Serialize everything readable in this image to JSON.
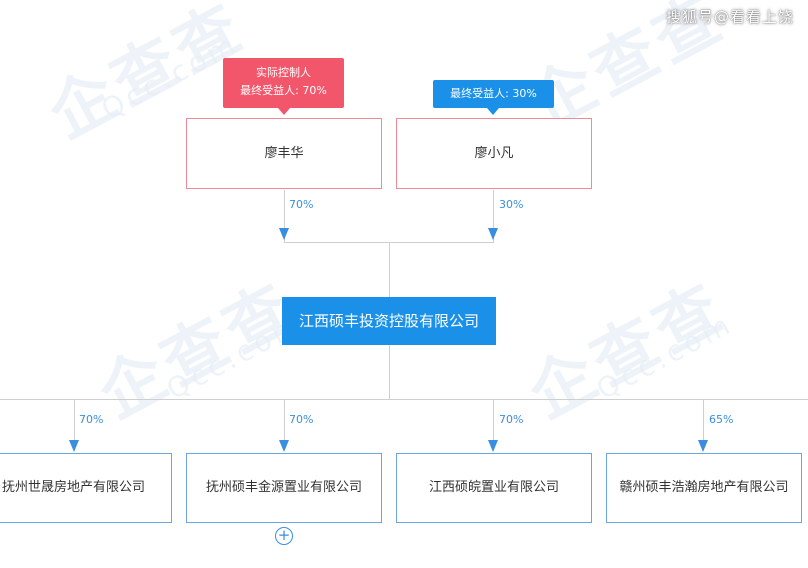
{
  "watermark": "搜狐号@看看上饶",
  "diagram_watermark": {
    "brand": "企查查",
    "domain": "Qcc.com"
  },
  "shareholders": [
    {
      "name": "廖丰华",
      "tag_lines": [
        "实际控制人",
        "最终受益人: 70%"
      ],
      "tag_color": "#f2566a",
      "share": "70%"
    },
    {
      "name": "廖小凡",
      "tag_lines": [
        "最终受益人: 30%"
      ],
      "tag_color": "#1a90e8",
      "share": "30%"
    }
  ],
  "company": {
    "name": "江西硕丰投资控股有限公司"
  },
  "subsidiaries": [
    {
      "name": "抚州世晟房地产有限公司",
      "share": "70%"
    },
    {
      "name": "抚州硕丰金源置业有限公司",
      "share": "70%"
    },
    {
      "name": "江西硕皖置业有限公司",
      "share": "70%"
    },
    {
      "name": "赣州硕丰浩瀚房地产有限公司",
      "share": "65%"
    }
  ],
  "expand_symbol": "+"
}
